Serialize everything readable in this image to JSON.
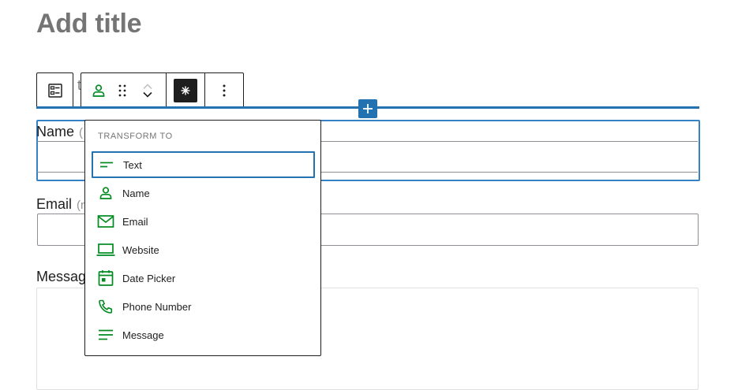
{
  "post": {
    "title_placeholder": "Add title"
  },
  "form": {
    "name_label": "Name",
    "name_required_fragment": "(",
    "email_label": "Email",
    "email_required_fragment": "(r",
    "message_label": "Messag"
  },
  "toolbar": {
    "peek_text": "t"
  },
  "transform_menu": {
    "heading": "TRANSFORM TO",
    "items": [
      {
        "label": "Text",
        "icon": "text-lines-icon"
      },
      {
        "label": "Name",
        "icon": "person-icon"
      },
      {
        "label": "Email",
        "icon": "envelope-icon"
      },
      {
        "label": "Website",
        "icon": "laptop-icon"
      },
      {
        "label": "Date Picker",
        "icon": "calendar-icon"
      },
      {
        "label": "Phone Number",
        "icon": "phone-icon"
      },
      {
        "label": "Message",
        "icon": "paragraph-lines-icon"
      }
    ]
  },
  "colors": {
    "accent": "#2271b1",
    "icon_green": "#008a20",
    "dark": "#1e1e1e"
  }
}
